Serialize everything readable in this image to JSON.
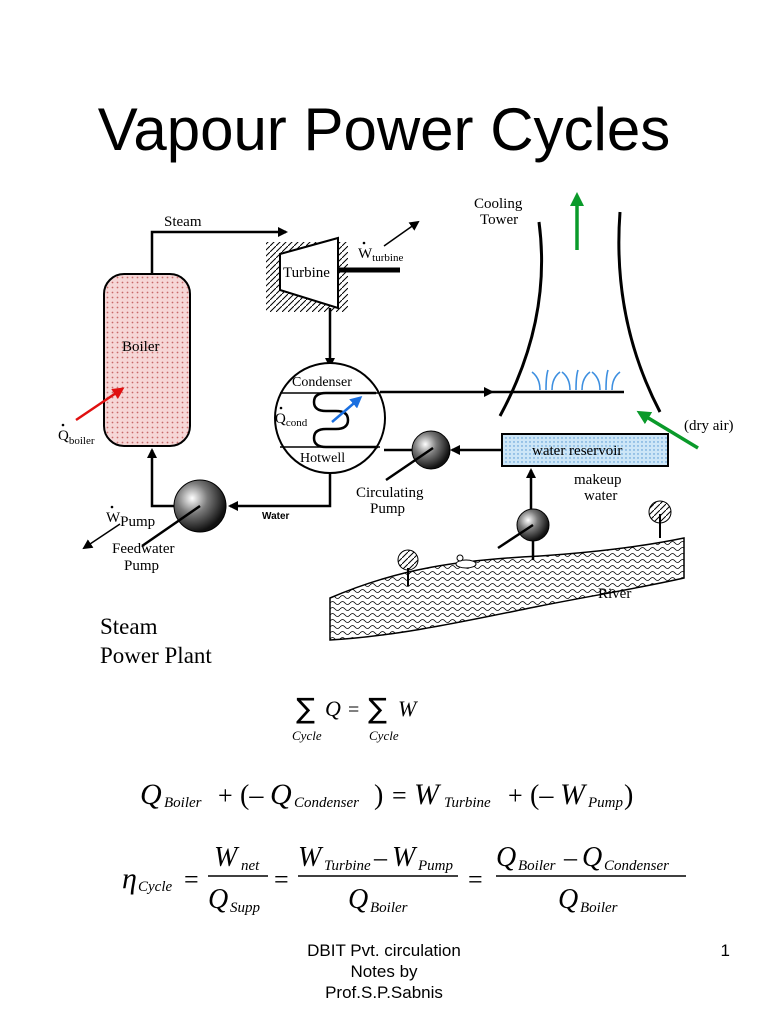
{
  "slide": {
    "title": "Vapour Power Cycles",
    "page_number": "1"
  },
  "diagram": {
    "steam": "Steam",
    "turbine": "Turbine",
    "w_turbine": "W",
    "w_turbine_sub": "turbine",
    "boiler": "Boiler",
    "q_boiler": "Q",
    "q_boiler_sub": "boiler",
    "condenser": "Condenser",
    "q_cond": "Q",
    "q_cond_sub": "cond",
    "hotwell": "Hotwell",
    "cooling_tower_l1": "Cooling",
    "cooling_tower_l2": "Tower",
    "dry_air": "(dry air)",
    "water_reservoir": "water reservoir",
    "makeup_l1": "makeup",
    "makeup_l2": "water",
    "circ_pump_l1": "Circulating",
    "circ_pump_l2": "Pump",
    "water": "Water",
    "w_pump": "W",
    "w_pump_sub": "Pump",
    "feed_pump_l1": "Feedwater",
    "feed_pump_l2": "Pump",
    "river": "River",
    "plant_l1": "Steam",
    "plant_l2": "Power Plant"
  },
  "equations": {
    "eq1_lhs": "Q",
    "eq1_eq": "=",
    "eq1_rhs": "W",
    "eq1_sub_left": "Cycle",
    "eq1_sub_right": "Cycle",
    "q": "Q",
    "w": "W",
    "plus": "+",
    "open": "(–",
    "close": ")",
    "equals": "=",
    "minus": "–",
    "boiler": "Boiler",
    "condenser": "Condenser",
    "turbine": "Turbine",
    "pump": "Pump",
    "eta": "η",
    "cycle": "Cycle",
    "net": "net",
    "supp": "Supp"
  },
  "footer": {
    "line1": "DBIT Pvt. circulation",
    "line2": "Notes by",
    "line3": "Prof.S.P.Sabnis"
  },
  "colors": {
    "boiler_fill": "#f6d7d7",
    "boiler_dots": "#c86a6a",
    "arrow_red": "#e01010",
    "arrow_blue": "#1a6fe0",
    "arrow_green": "#0a9a2a",
    "water_blue": "#3d8fe0",
    "reservoir_fill": "#cde6f7"
  }
}
